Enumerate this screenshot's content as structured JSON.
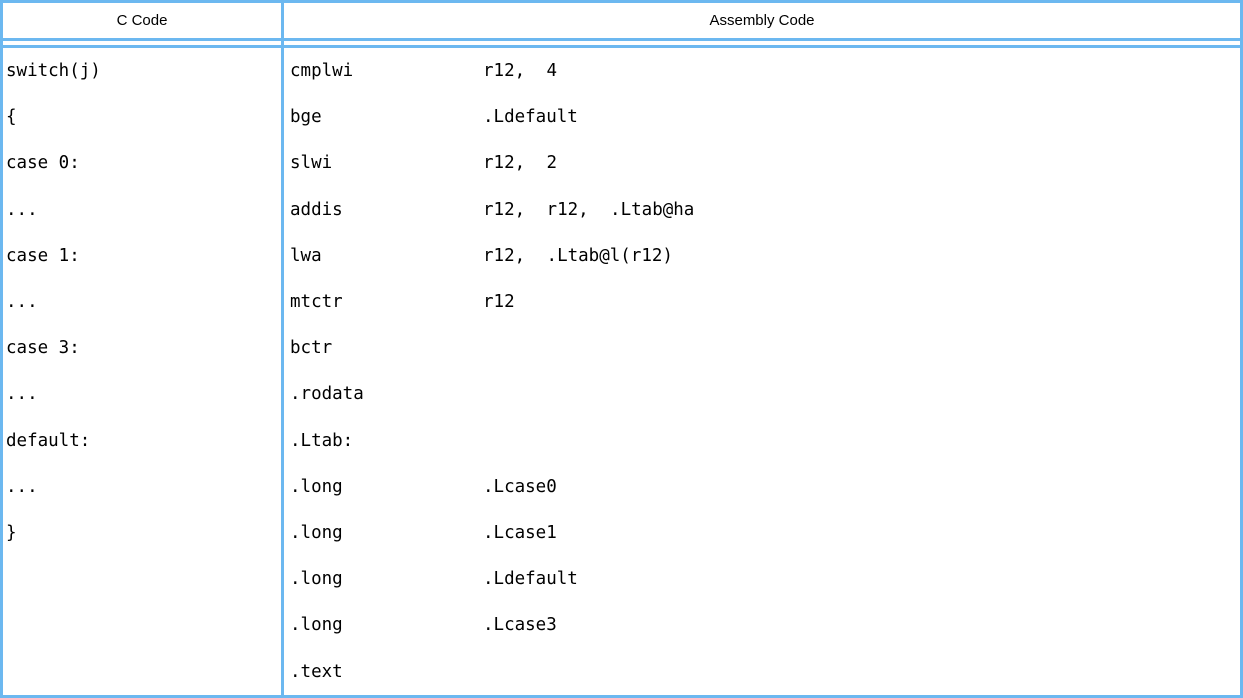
{
  "table": {
    "border_color": "#6cb8f0",
    "text_color": "#000000",
    "headers": {
      "c": "C Code",
      "assembly": "Assembly Code"
    },
    "c_code_lines": [
      "switch(j)",
      "{",
      "case 0:",
      "...",
      "case 1:",
      "...",
      "case 3:",
      "...",
      "default:",
      "...",
      "}"
    ],
    "assembly_lines": [
      {
        "mnemonic": "cmplwi",
        "operands": "r12, 4"
      },
      {
        "mnemonic": "bge",
        "operands": ".Ldefault"
      },
      {
        "mnemonic": "slwi",
        "operands": "r12, 2"
      },
      {
        "mnemonic": "addis",
        "operands": "r12, r12, .Ltab@ha"
      },
      {
        "mnemonic": "lwa",
        "operands": "r12, .Ltab@l(r12)"
      },
      {
        "mnemonic": "mtctr",
        "operands": "r12"
      },
      {
        "mnemonic": "bctr",
        "operands": ""
      },
      {
        "mnemonic": ".rodata",
        "operands": ""
      },
      {
        "mnemonic": ".Ltab:",
        "operands": ""
      },
      {
        "mnemonic": ".long",
        "operands": ".Lcase0"
      },
      {
        "mnemonic": ".long",
        "operands": ".Lcase1"
      },
      {
        "mnemonic": ".long",
        "operands": ".Ldefault"
      },
      {
        "mnemonic": ".long",
        "operands": ".Lcase3"
      },
      {
        "mnemonic": ".text",
        "operands": ""
      }
    ]
  }
}
